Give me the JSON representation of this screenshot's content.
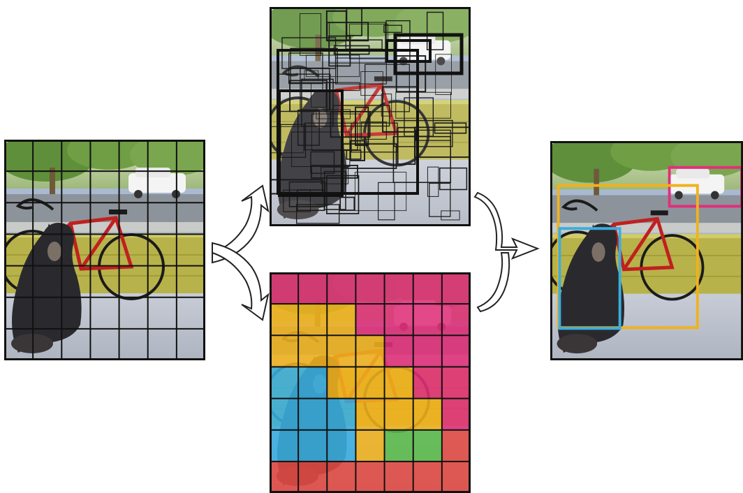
{
  "diagram": {
    "grid": {
      "cols": 7,
      "rows": 7,
      "line_color": "#111111"
    },
    "class_colors": {
      "bicycle": "#f0b21e",
      "dog": "#3aaee0",
      "car": "#e0307a",
      "background_red": "#e24a42",
      "background_green": "#5bbb4a"
    },
    "class_map": [
      [
        "car",
        "car",
        "car",
        "car",
        "car",
        "car",
        "car"
      ],
      [
        "bicycle",
        "bicycle",
        "bicycle",
        "car",
        "car",
        "car",
        "car"
      ],
      [
        "bicycle",
        "bicycle",
        "bicycle",
        "bicycle",
        "car",
        "car",
        "car"
      ],
      [
        "dog",
        "dog",
        "bicycle",
        "bicycle",
        "bicycle",
        "car",
        "car"
      ],
      [
        "dog",
        "dog",
        "dog",
        "bicycle",
        "bicycle",
        "bicycle",
        "car"
      ],
      [
        "dog",
        "dog",
        "dog",
        "bicycle",
        "background_green",
        "background_green",
        "background_red"
      ],
      [
        "background_red",
        "background_red",
        "background_red",
        "background_red",
        "background_red",
        "background_red",
        "background_red"
      ]
    ],
    "detections": [
      {
        "label": "car",
        "color": "#e0307a"
      },
      {
        "label": "bicycle",
        "color": "#f0b21e"
      },
      {
        "label": "dog",
        "color": "#3aaee0"
      }
    ],
    "panels": [
      {
        "id": "input-image",
        "description": "grid"
      },
      {
        "id": "bounding-boxes"
      },
      {
        "id": "class-probability-map"
      },
      {
        "id": "final-detections"
      }
    ]
  }
}
